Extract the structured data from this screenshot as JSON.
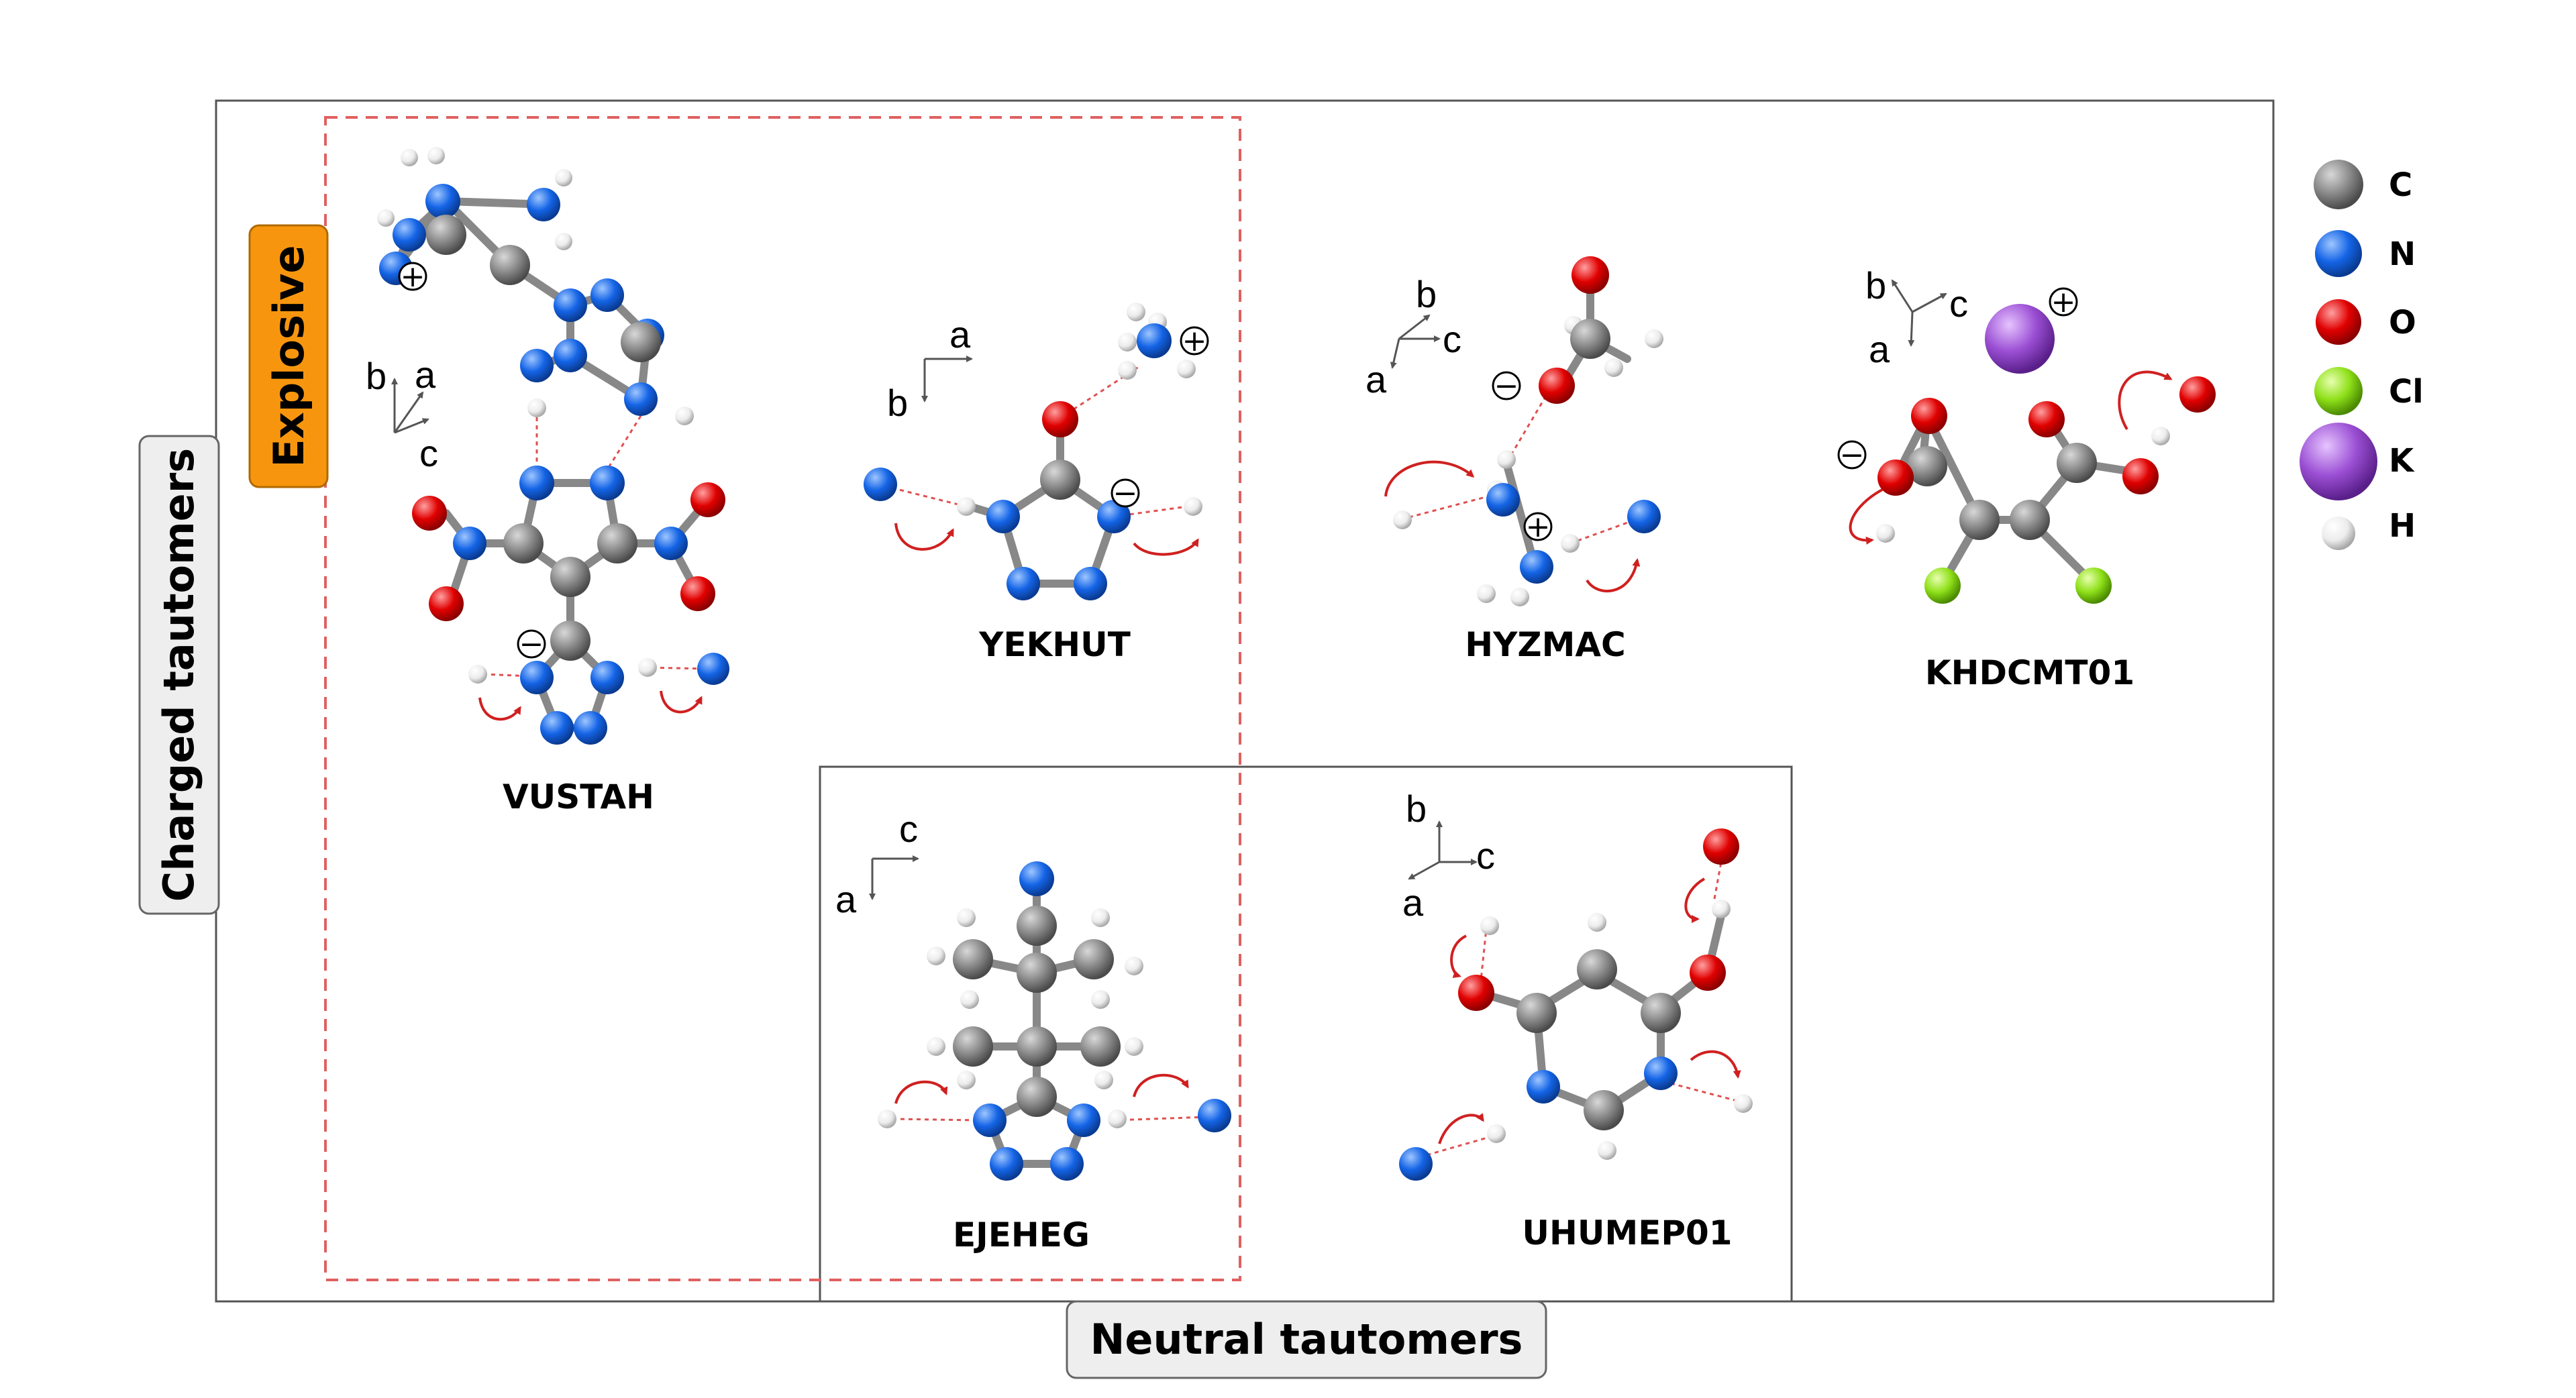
{
  "groups": {
    "charged": "Charged tautomers",
    "neutral": "Neutral tautomers",
    "explosive": "Explosive"
  },
  "compounds": {
    "vustah": "VUSTAH",
    "yekhut": "YEKHUT",
    "hyzmac": "HYZMAC",
    "khdcmt01": "KHDCMT01",
    "ejeheg": "EJEHEG",
    "uhumep01": "UHUMEP01"
  },
  "axes": {
    "a": "a",
    "b": "b",
    "c": "c"
  },
  "charges": {
    "plus": "+",
    "minus": "−"
  },
  "legend": [
    {
      "symbol": "C",
      "color": "#808080"
    },
    {
      "symbol": "N",
      "color": "#1464e6"
    },
    {
      "symbol": "O",
      "color": "#e00000"
    },
    {
      "symbol": "Cl",
      "color": "#8fe01a"
    },
    {
      "symbol": "K",
      "color": "#9b4fd4"
    },
    {
      "symbol": "H",
      "color": "#f2f2f2"
    }
  ],
  "colors": {
    "explosive_tab": "#f7960e",
    "neutral_tab": "#eeeeee",
    "dashed_box": "#e06060",
    "arrow": "#d02020"
  }
}
